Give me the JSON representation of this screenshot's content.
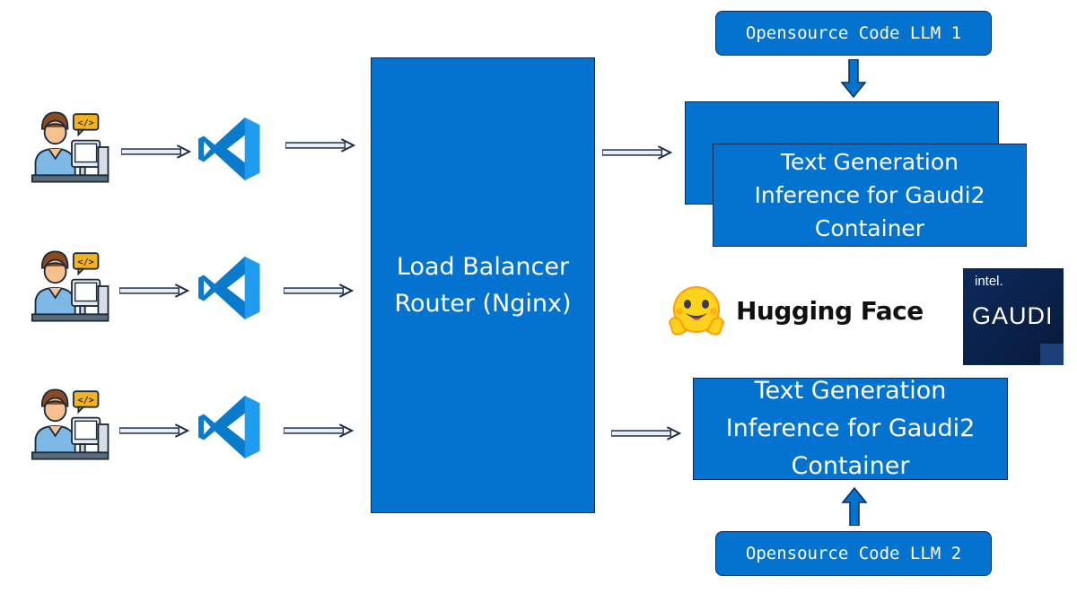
{
  "load_balancer": {
    "line1": "Load Balancer",
    "line2": "Router (Nginx)"
  },
  "llm1": {
    "label": "Opensource Code LLM 1"
  },
  "llm2": {
    "label": "Opensource Code LLM 2"
  },
  "container_top": {
    "line1": "Text Generation",
    "line2": "Inference for Gaudi2",
    "line3": "Container"
  },
  "container_bottom": {
    "line1": "Text Generation",
    "line2": "Inference for Gaudi2",
    "line3": "Container"
  },
  "hugging_face": {
    "label": "Hugging Face"
  },
  "intel_gaudi": {
    "brand": "intel.",
    "product": "GAUDI"
  },
  "developers": [
    "developer-1",
    "developer-2",
    "developer-3"
  ],
  "colors": {
    "box_blue": "#0473cf",
    "border": "#0b2a55",
    "vscode_blue": "#0a7acc",
    "gaudi_bg": "#0a1f44"
  }
}
